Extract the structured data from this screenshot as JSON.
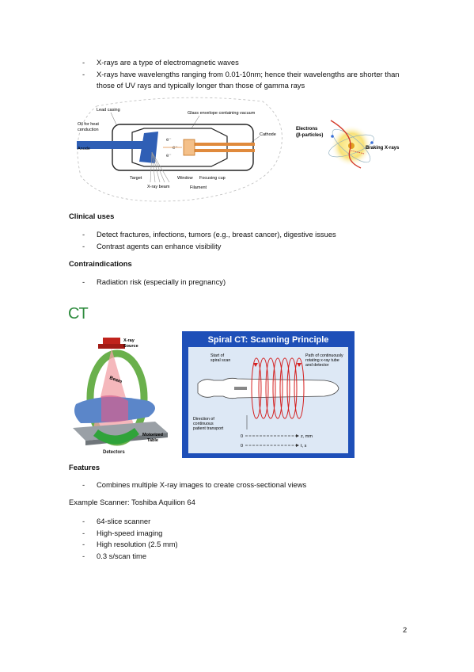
{
  "xray": {
    "bullets": [
      "X-rays are a type of electromagnetic waves",
      "X-rays have wavelengths ranging from 0.01-10nm; hence their wavelengths are shorter than those of UV rays and typically longer than those of gamma rays"
    ],
    "tube_diagram": {
      "labels": {
        "lead_casing": "Lead casing",
        "glass_envelope": "Glass envelope containing vacuum",
        "oil": "Oil for heat",
        "oil2": "conduction",
        "anode": "Anode",
        "cathode": "Cathode",
        "target": "Target",
        "window": "Window",
        "focusing_cup": "Focusing cup",
        "xray_beam": "X-ray beam",
        "filament": "Filament",
        "electron1": "e⁻",
        "electron2": "e⁻",
        "electron3": "e⁻"
      }
    },
    "braking_diagram": {
      "labels": {
        "electrons": "Electrons",
        "beta": "(β-particles)",
        "braking": "Braking X-rays"
      }
    }
  },
  "clinical_uses": {
    "heading": "Clinical uses",
    "bullets": [
      "Detect fractures, infections, tumors (e.g., breast cancer), digestive issues",
      "Contrast agents can enhance visibility"
    ]
  },
  "contraindications": {
    "heading": "Contraindications",
    "bullets": [
      "Radiation risk (especially in pregnancy)"
    ]
  },
  "ct": {
    "title": "CT",
    "scanner_diagram": {
      "labels": {
        "xray": "X-ray",
        "source": "Source",
        "beam": "Beam",
        "motorized": "Motorized",
        "table": "Table",
        "detectors": "Detectors"
      }
    },
    "spiral_diagram": {
      "title": "Spiral CT: Scanning Principle",
      "labels": {
        "start1": "Start of",
        "start2": "spiral scan",
        "path1": "Path of continuously",
        "path2": "rotating x-ray tube",
        "path3": "and detector",
        "dir1": "Direction of",
        "dir2": "continuous",
        "dir3": "patient transport",
        "zero1": "0",
        "zero2": "0",
        "z": "z, mm",
        "t": "t, s"
      }
    }
  },
  "features": {
    "heading": "Features",
    "bullets": [
      "Combines multiple X-ray images to create cross-sectional views"
    ]
  },
  "example": {
    "text": "Example Scanner: Toshiba Aquilion 64",
    "bullets": [
      "64-slice scanner",
      "High-speed imaging",
      "High resolution (2.5 mm)",
      "0.3 s/scan time"
    ]
  },
  "page_number": "2",
  "colors": {
    "ct_title": "#2e8b3e",
    "spiral_bg": "#1e4fb8",
    "spiral_panel": "#dde8f5",
    "spiral_title": "#ffffff",
    "helix": "#d42020",
    "anode_blue": "#2f5fb5",
    "cathode_orange": "#e08a3c"
  }
}
